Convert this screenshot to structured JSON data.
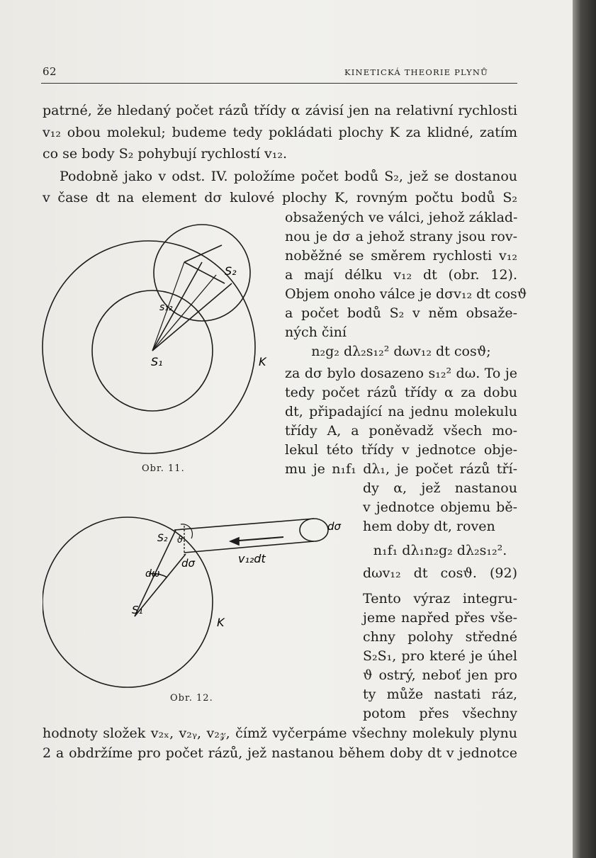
{
  "header": {
    "page_number": "62",
    "title": "KINETICKÁ THEORIE PLYNŮ"
  },
  "lines": [
    "patrné, že hledaný počet rázů třídy α závisí jen na relativní rychlosti",
    "v₁₂ obou molekul; budeme tedy pokládati plochy K za klidné, zatím",
    "co se body S₂ pohybují rychlostí v₁₂.",
    "Podobně jako v odst. IV. položíme počet bodů S₂, jež se dostanou",
    "v čase dt na element dσ kulové plochy K, rovným počtu bodů S₂",
    "obsažených ve válci, jehož základ-",
    "nou je dσ a jehož strany jsou rov-",
    "noběžné se směrem rychlosti v₁₂",
    "a mají délku v₁₂ dt (obr. 12).",
    "Objem onoho válce je dσv₁₂ dt cosϑ",
    "a počet bodů S₂ v něm obsaže-",
    "ných činí",
    "n₂g₂ dλ₂s₁₂² dωv₁₂ dt cosϑ;",
    "za dσ bylo dosazeno s₁₂² dω. To je",
    "tedy počet rázů třídy α za dobu",
    "dt, připadající na jednu molekulu",
    "třídy A, a poněvadž všech mo-",
    "lekul této třídy v jednotce obje-",
    "mu je n₁f₁ dλ₁, je počet rázů tří-",
    "dy α, jež nastanou",
    "v jednotce objemu bě-",
    "hem doby dt, roven",
    "n₁f₁ dλ₁n₂g₂ dλ₂s₁₂².",
    "dωv₁₂ dt cosϑ.   (92)",
    "Tento výraz integru-",
    "jeme napřed přes vše-",
    "chny polohy středné",
    "S₂S₁, pro které je úhel",
    "ϑ ostrý, neboť jen pro",
    "ty může nastati ráz,",
    "potom přes všechny",
    "hodnoty složek v₂ₓ, v₂ᵧ, v₂𝓏, čímž vyčerpáme všechny molekuly plynu",
    "2 a obdržíme pro počet rázů, jež nastanou během doby dt v jednotce"
  ],
  "figures": {
    "fig11": {
      "caption": "Obr. 11.",
      "labels": {
        "s2": "S₂",
        "s12": "s₁₂",
        "s1": "S₁",
        "k": "K"
      }
    },
    "fig12": {
      "caption": "Obr. 12.",
      "labels": {
        "s2": "S₂",
        "theta": "ϑ",
        "dsigma_end": "dσ",
        "dsigma": "dσ",
        "domega": "dω",
        "v12dt": "v₁₂dt",
        "s1": "S₁",
        "k": "K"
      }
    }
  }
}
